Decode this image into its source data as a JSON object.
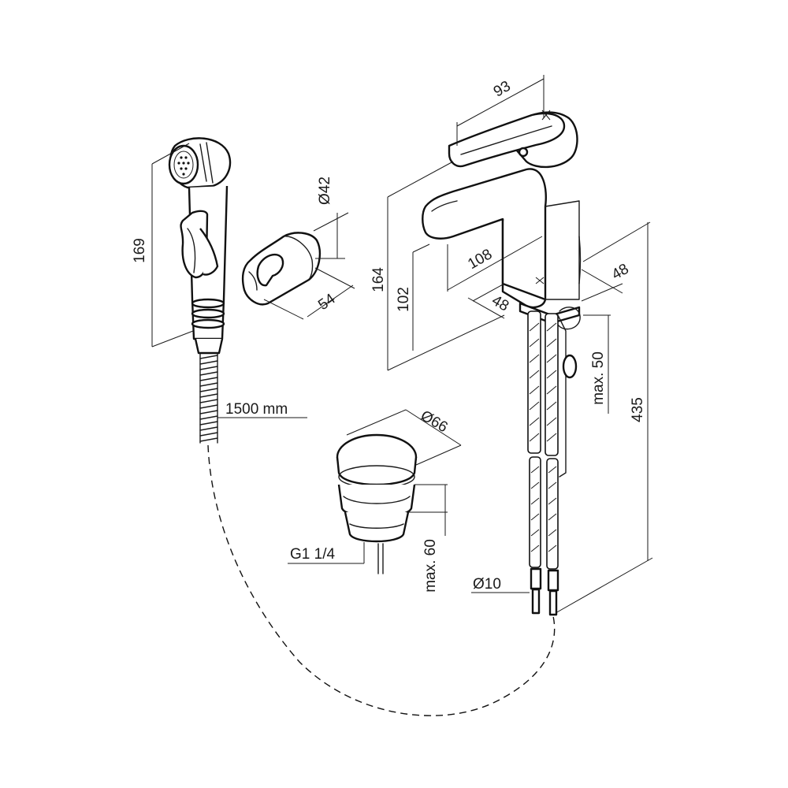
{
  "diagram": {
    "labels": {
      "handshower_height": "169",
      "hose_length": "1500 mm",
      "holder_diameter": "Ø42",
      "holder_depth": "54",
      "lever_length": "93",
      "spout_reach": "108",
      "body_width": "48",
      "body_depth": "48",
      "total_height": "164",
      "spout_height": "102",
      "max_thickness": "max. 50",
      "hose_total": "435",
      "waste_diameter": "Ø66",
      "waste_thread": "G1 1/4",
      "waste_max": "max. 60",
      "pipe_diameter": "Ø10"
    }
  }
}
